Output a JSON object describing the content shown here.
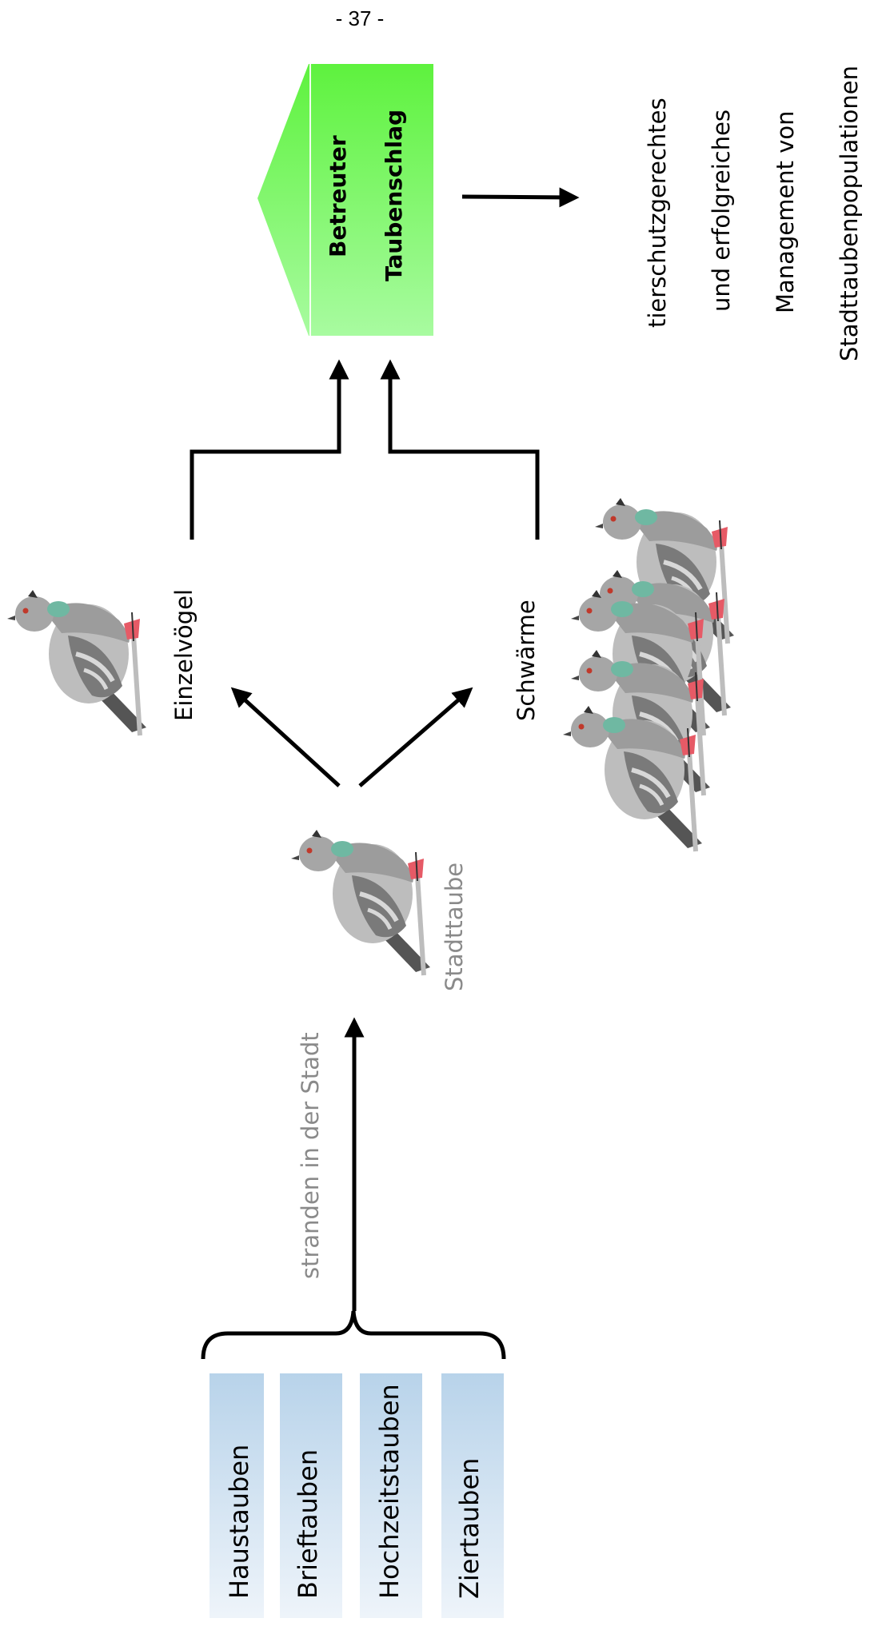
{
  "page_number": "- 37 -",
  "source_types": [
    "Haustauben",
    "Brieftauben",
    "Hochzeitstauben",
    "Ziertauben"
  ],
  "strand_label": "stranden in der Stadt",
  "city_pigeon_label": "Stadttaube",
  "single_label": "Einzelvögel",
  "flock_label": "Schwärme",
  "loft_title_line1": "Betreuter",
  "loft_title_line2": "Taubenschlag",
  "outcome_lines": [
    "tierschutzgerechtes",
    "und erfolgreiches",
    "Management von",
    "Stadttaubenpopulationen"
  ],
  "colors": {
    "source_box_top": "#b8d3ea",
    "source_box_bottom": "#eef4fa",
    "loft_top": "#5ef23e",
    "loft_bottom": "#a8fba0",
    "grey_text": "#8a8a8a",
    "pigeon_body": "#a8a8a8",
    "pigeon_wing": "#6e6e6e",
    "pigeon_neck": "#6fb8a2",
    "pigeon_feet": "#e65a66"
  }
}
